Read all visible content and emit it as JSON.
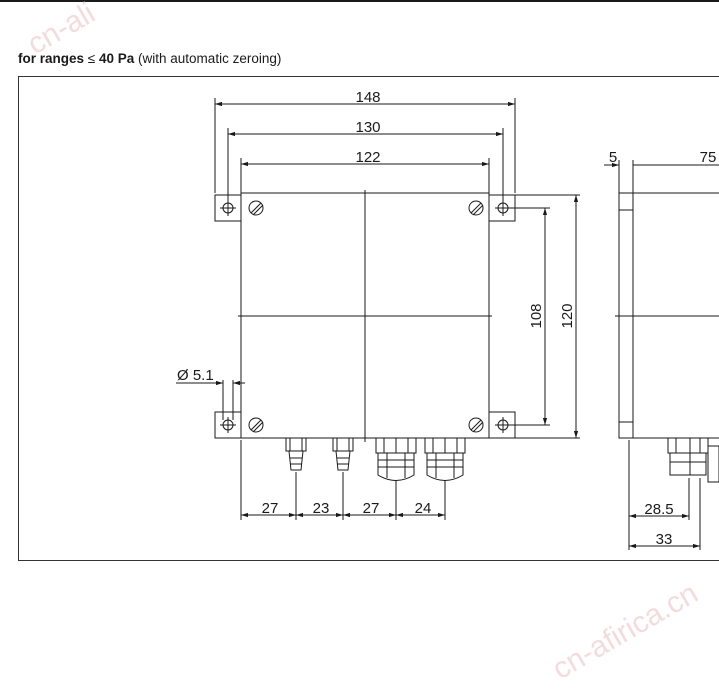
{
  "caption": {
    "bold_prefix": "for ranges",
    "symbol": "≤",
    "bold_value": "40 Pa",
    "suffix": "(with automatic zeroing)"
  },
  "front_view": {
    "dim_width_outer": "148",
    "dim_hole_spacing": "130",
    "dim_body_width": "122",
    "dim_hole_vertical": "108",
    "dim_height": "120",
    "dim_hole_diameter": "Ø 5.1",
    "dim_bottom": [
      "27",
      "23",
      "27",
      "24"
    ]
  },
  "side_view": {
    "dim_flange": "5",
    "dim_depth": "75",
    "dim_bottom_a": "28.5",
    "dim_bottom_b": "33"
  },
  "watermarks": [
    "cn-ali",
    "cn-afirica.cn"
  ]
}
